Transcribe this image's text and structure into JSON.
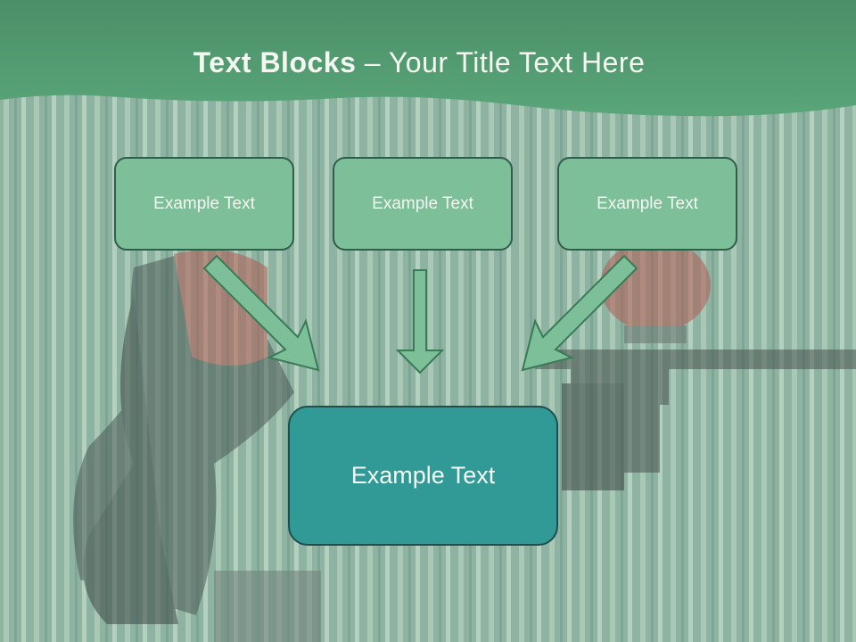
{
  "title": {
    "bold": "Text Blocks",
    "dash": " – ",
    "rest": "Your Title Text Here"
  },
  "blocks": {
    "left": "Example Text",
    "center": "Example Text",
    "right": "Example Text",
    "main": "Example Text"
  },
  "colors": {
    "header_green": "#3e8a5f",
    "block_green": "#7cbf98",
    "main_teal": "#319996",
    "arrow_green": "#7cbf98"
  },
  "icons": {
    "arrow_left": "arrow-down-right-icon",
    "arrow_center": "arrow-down-icon",
    "arrow_right": "arrow-down-left-icon"
  }
}
